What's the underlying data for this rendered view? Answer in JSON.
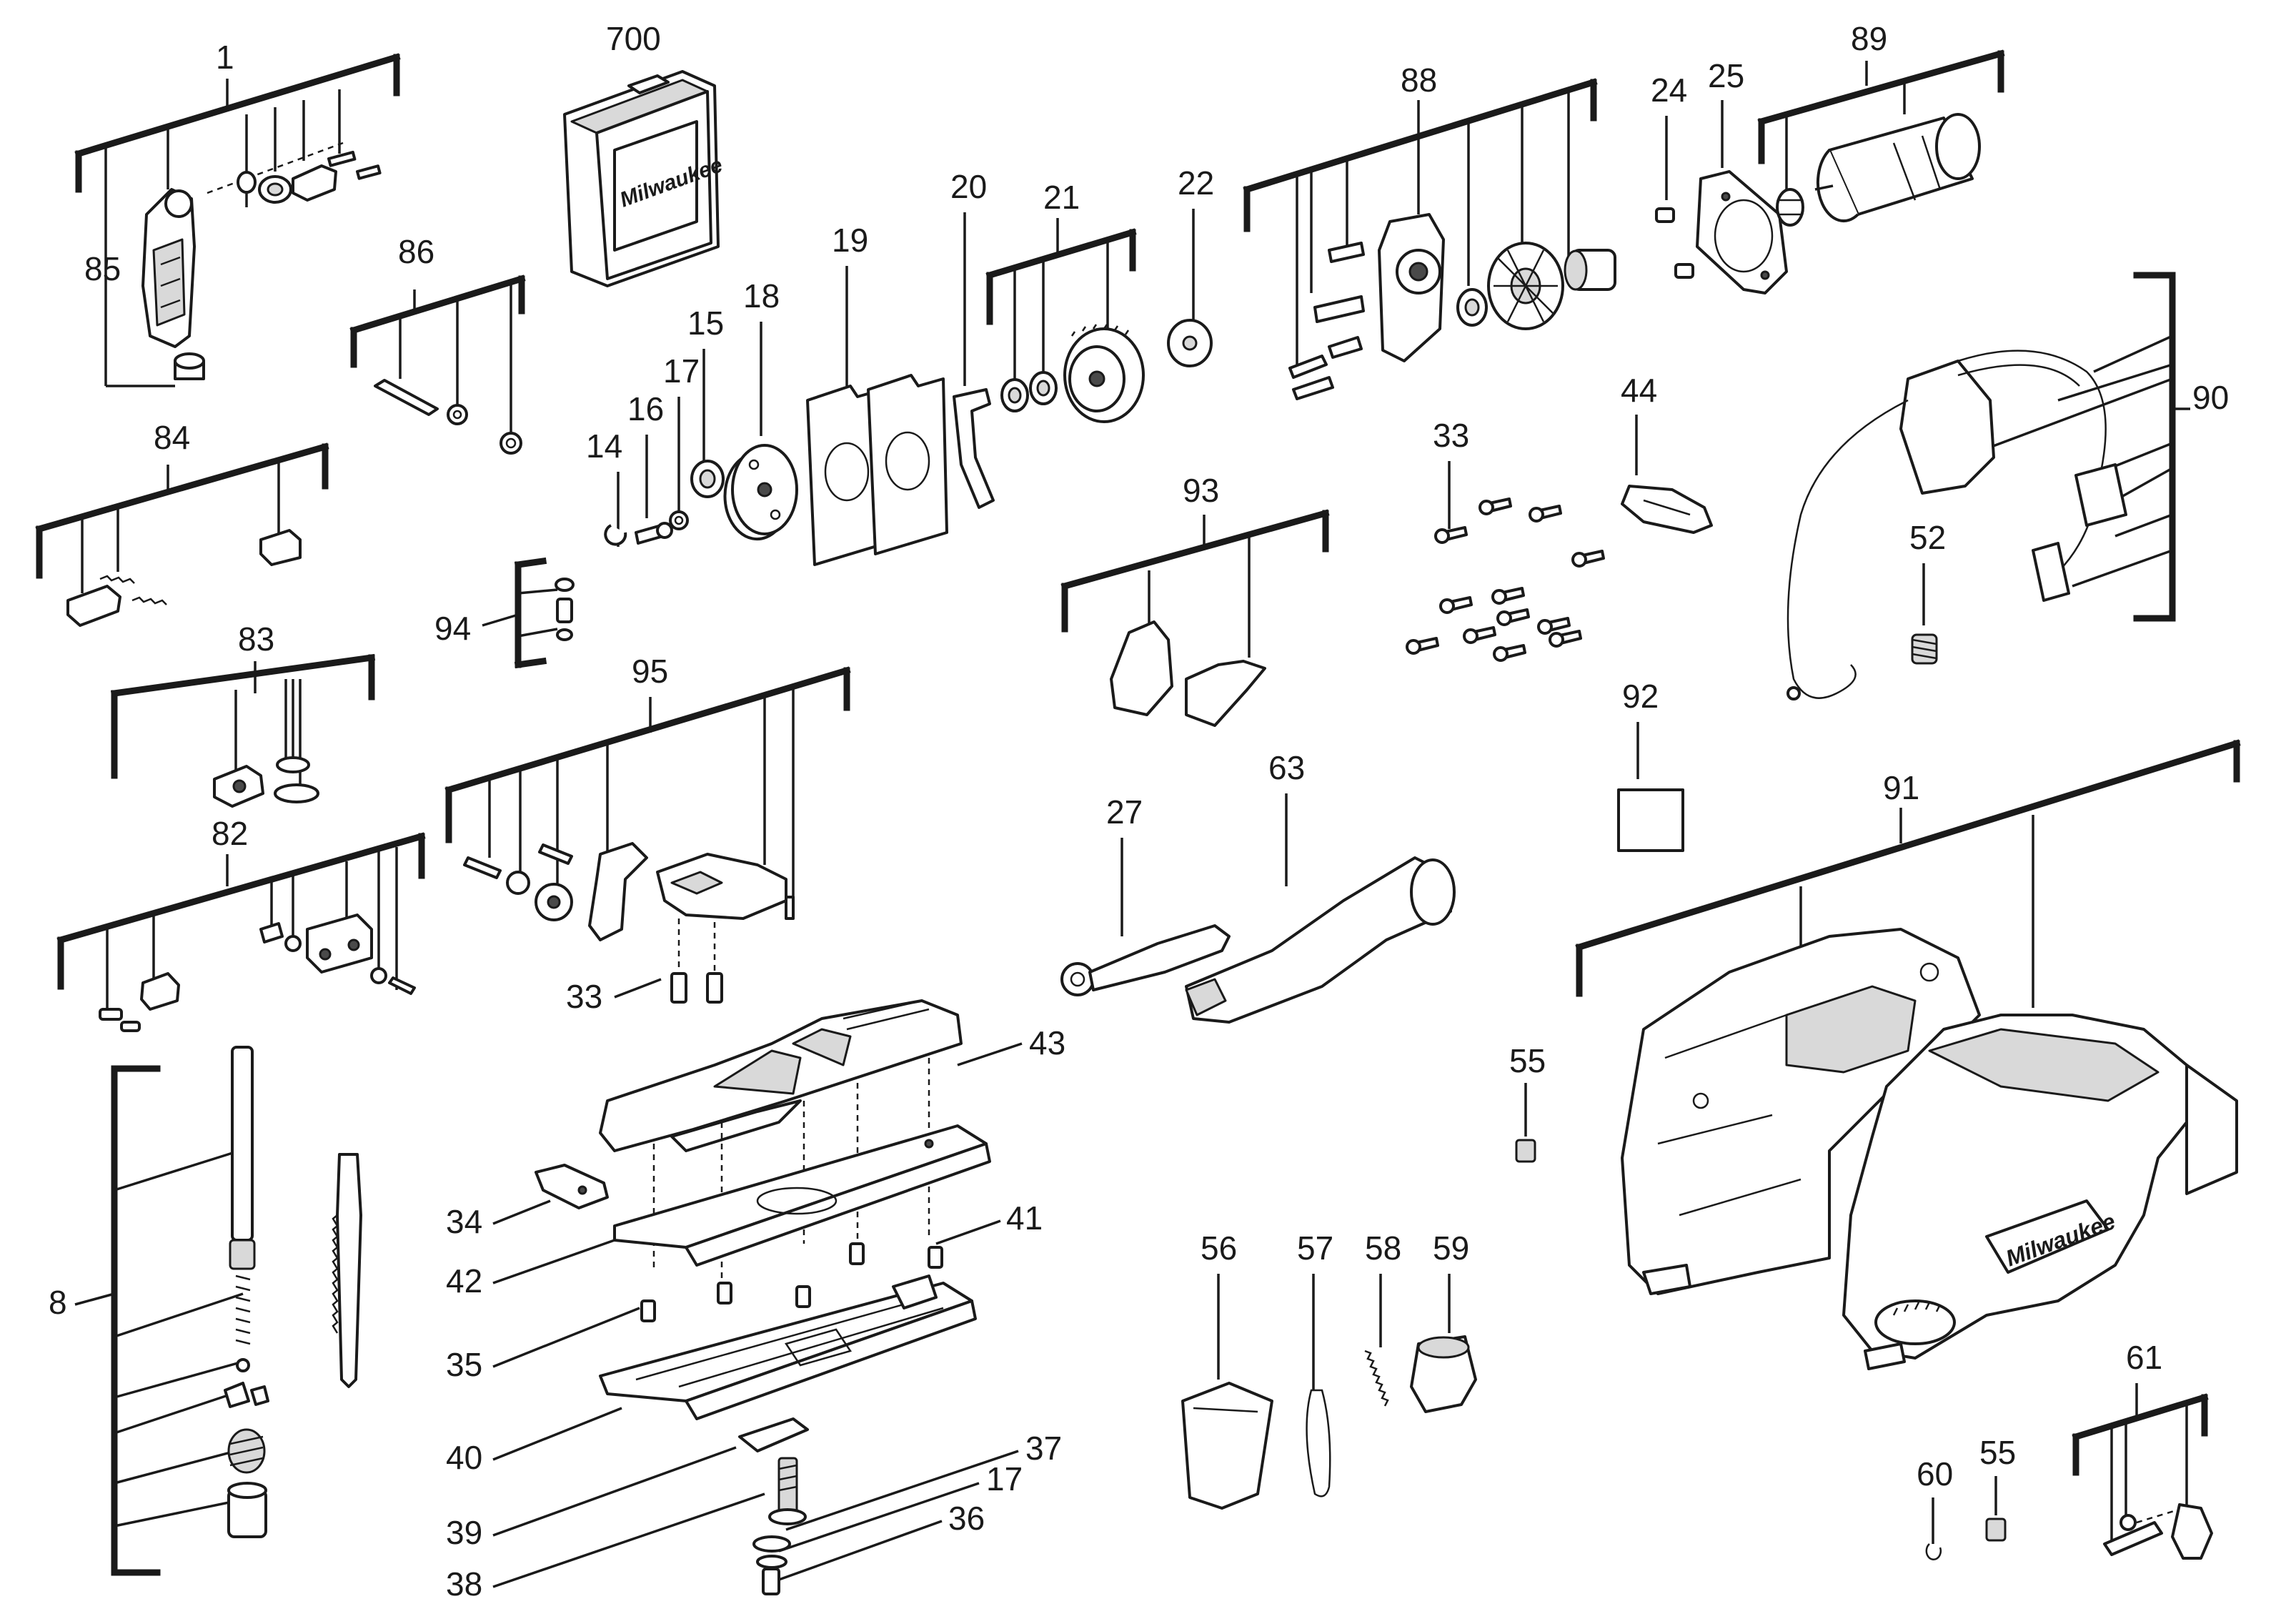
{
  "callouts": {
    "c1": "1",
    "c700": "700",
    "c85": "85",
    "c86": "86",
    "c84": "84",
    "c83": "83",
    "c82": "82",
    "c94": "94",
    "c95": "95",
    "c14": "14",
    "c16": "16",
    "c17a": "17",
    "c15": "15",
    "c18": "18",
    "c19": "19",
    "c20": "20",
    "c21": "21",
    "c22": "22",
    "c88": "88",
    "c24": "24",
    "c25": "25",
    "c89": "89",
    "c90": "90",
    "c33a": "33",
    "c44": "44",
    "c52": "52",
    "c93": "93",
    "c92": "92",
    "c27": "27",
    "c63": "63",
    "c33b": "33",
    "c43": "43",
    "c91": "91",
    "c55a": "55",
    "c8": "8",
    "c34": "34",
    "c41": "41",
    "c42": "42",
    "c35": "35",
    "c56": "56",
    "c57": "57",
    "c58": "58",
    "c59": "59",
    "c40": "40",
    "c37": "37",
    "c17b": "17",
    "c36": "36",
    "c39": "39",
    "c38": "38",
    "c60": "60",
    "c55b": "55",
    "c61": "61"
  },
  "brand": {
    "logo_text": "Milwaukee"
  }
}
